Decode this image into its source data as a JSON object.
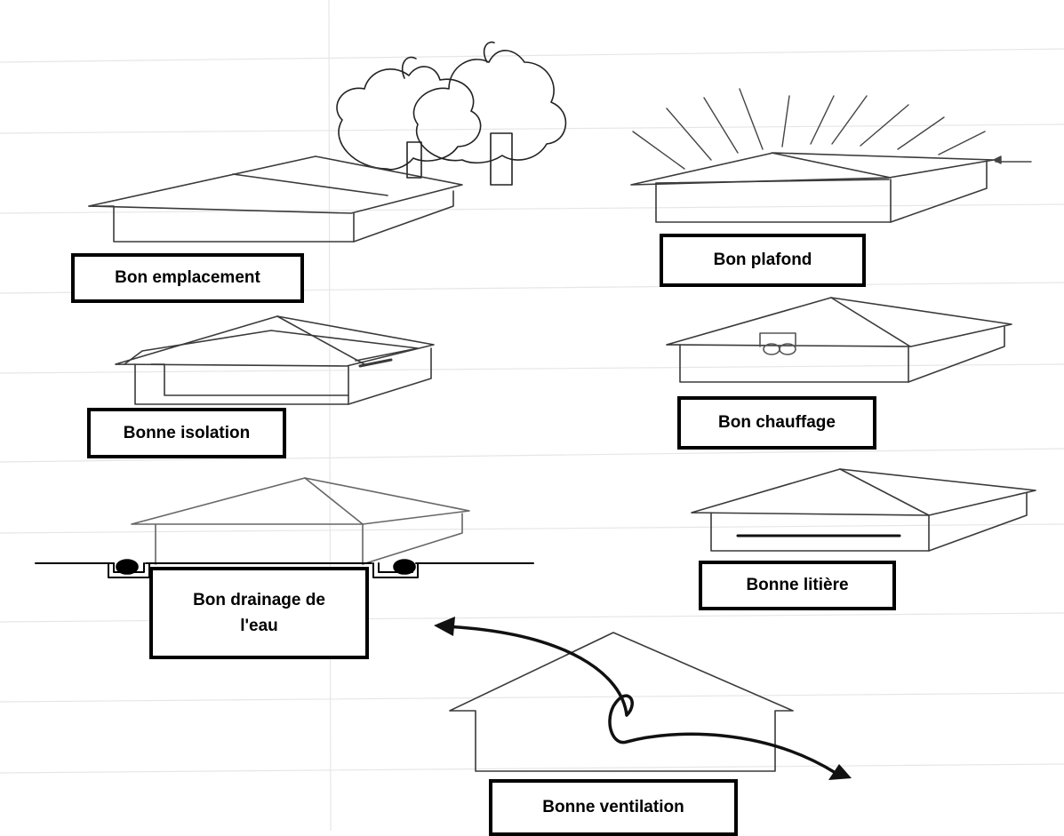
{
  "labels": {
    "emplacement": "Bon emplacement",
    "plafond": "Bon plafond",
    "isolation": "Bonne isolation",
    "chauffage": "Bon chauffage",
    "litiere": "Bonne litière",
    "drainage_line1": "Bon drainage de",
    "drainage_line2": "l'eau",
    "ventilation": "Bonne ventilation"
  },
  "colors": {
    "ink": "#000000",
    "drawing_line": "#3a3a3a",
    "paper_lines": "#e6e6e6"
  }
}
